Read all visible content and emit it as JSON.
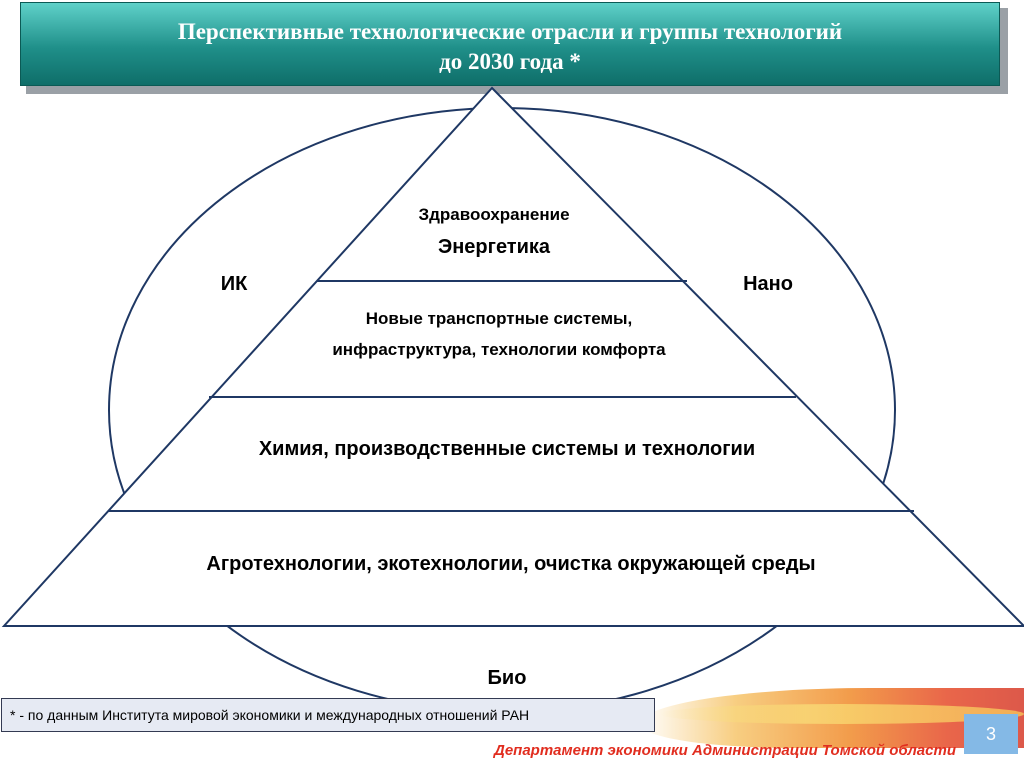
{
  "title": {
    "line1": "Перспективные технологические отрасли и группы технологий",
    "line2": "до  2030 года *"
  },
  "diagram": {
    "ellipse_labels": {
      "left": "ИК",
      "right": "Нано",
      "bottom": "Био"
    },
    "tiers": [
      {
        "line1": "Здравоохранение",
        "line2": "Энергетика"
      },
      {
        "line1": "Новые транспортные системы,",
        "line2": "инфраструктура, технологии комфорта"
      },
      {
        "line1": "Химия, производственные системы и технологии"
      },
      {
        "line1": "Агротехнологии, экотехнологии, очистка окружающей среды"
      }
    ]
  },
  "footnote": "* - по данным Института мировой экономики и международных отношений РАН",
  "footer": {
    "department": "Департамент экономики Администрации Томской области",
    "page_number": "3"
  },
  "colors": {
    "title_gradient_top": "#5fd1c9",
    "title_gradient_bottom": "#0f6e69",
    "outline": "#1f3864",
    "department_text": "#e12d1f",
    "page_badge": "#84b9e6"
  }
}
